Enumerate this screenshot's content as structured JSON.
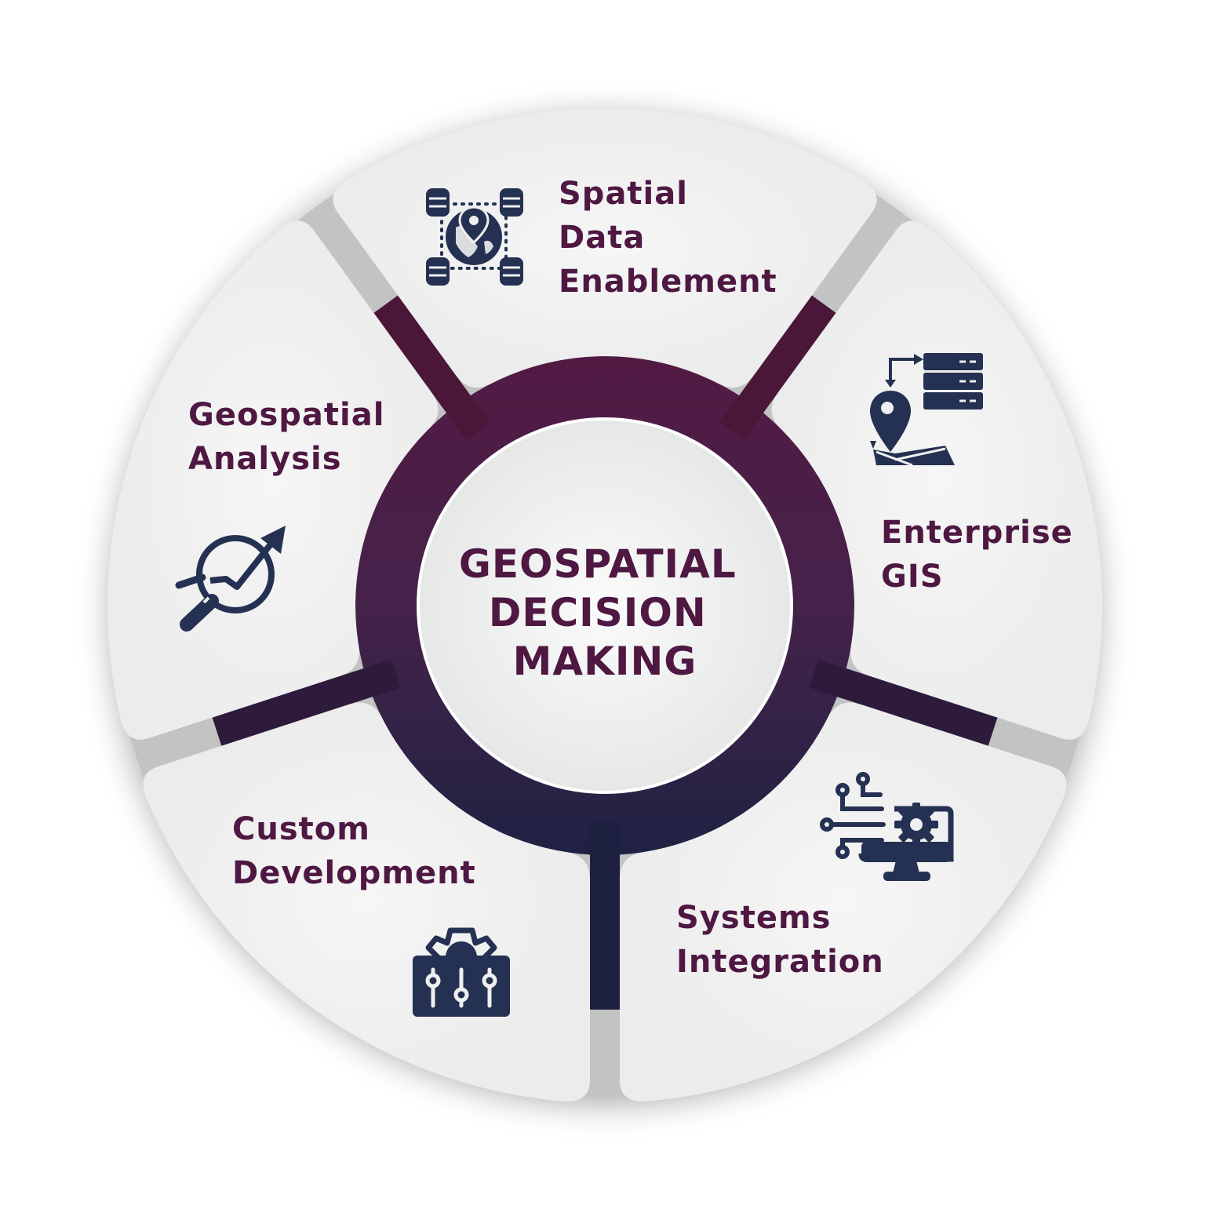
{
  "center": {
    "lines": [
      "GEOSPATIAL",
      "DECISION",
      "MAKING"
    ]
  },
  "segments": [
    {
      "id": "spatial-data-enablement",
      "lines": [
        "Spatial",
        "Data",
        "Enablement"
      ],
      "icon": "globe-databases-icon"
    },
    {
      "id": "enterprise-gis",
      "lines": [
        "Enterprise",
        "GIS"
      ],
      "icon": "map-pin-server-icon"
    },
    {
      "id": "systems-integration",
      "lines": [
        "Systems",
        "Integration"
      ],
      "icon": "monitor-gear-circuit-icon"
    },
    {
      "id": "custom-development",
      "lines": [
        "Custom",
        "Development"
      ],
      "icon": "toolbox-gear-sliders-icon"
    },
    {
      "id": "geospatial-analysis",
      "lines": [
        "Geospatial",
        "Analysis"
      ],
      "icon": "magnifier-trend-arrow-icon"
    }
  ],
  "colors": {
    "text": "#4e1842",
    "icon": "#253152",
    "ring_top": "#4e1a42",
    "ring_bottom": "#2f2748",
    "segment_fill": "#efefef",
    "gap_gray": "#bfc1c0"
  }
}
